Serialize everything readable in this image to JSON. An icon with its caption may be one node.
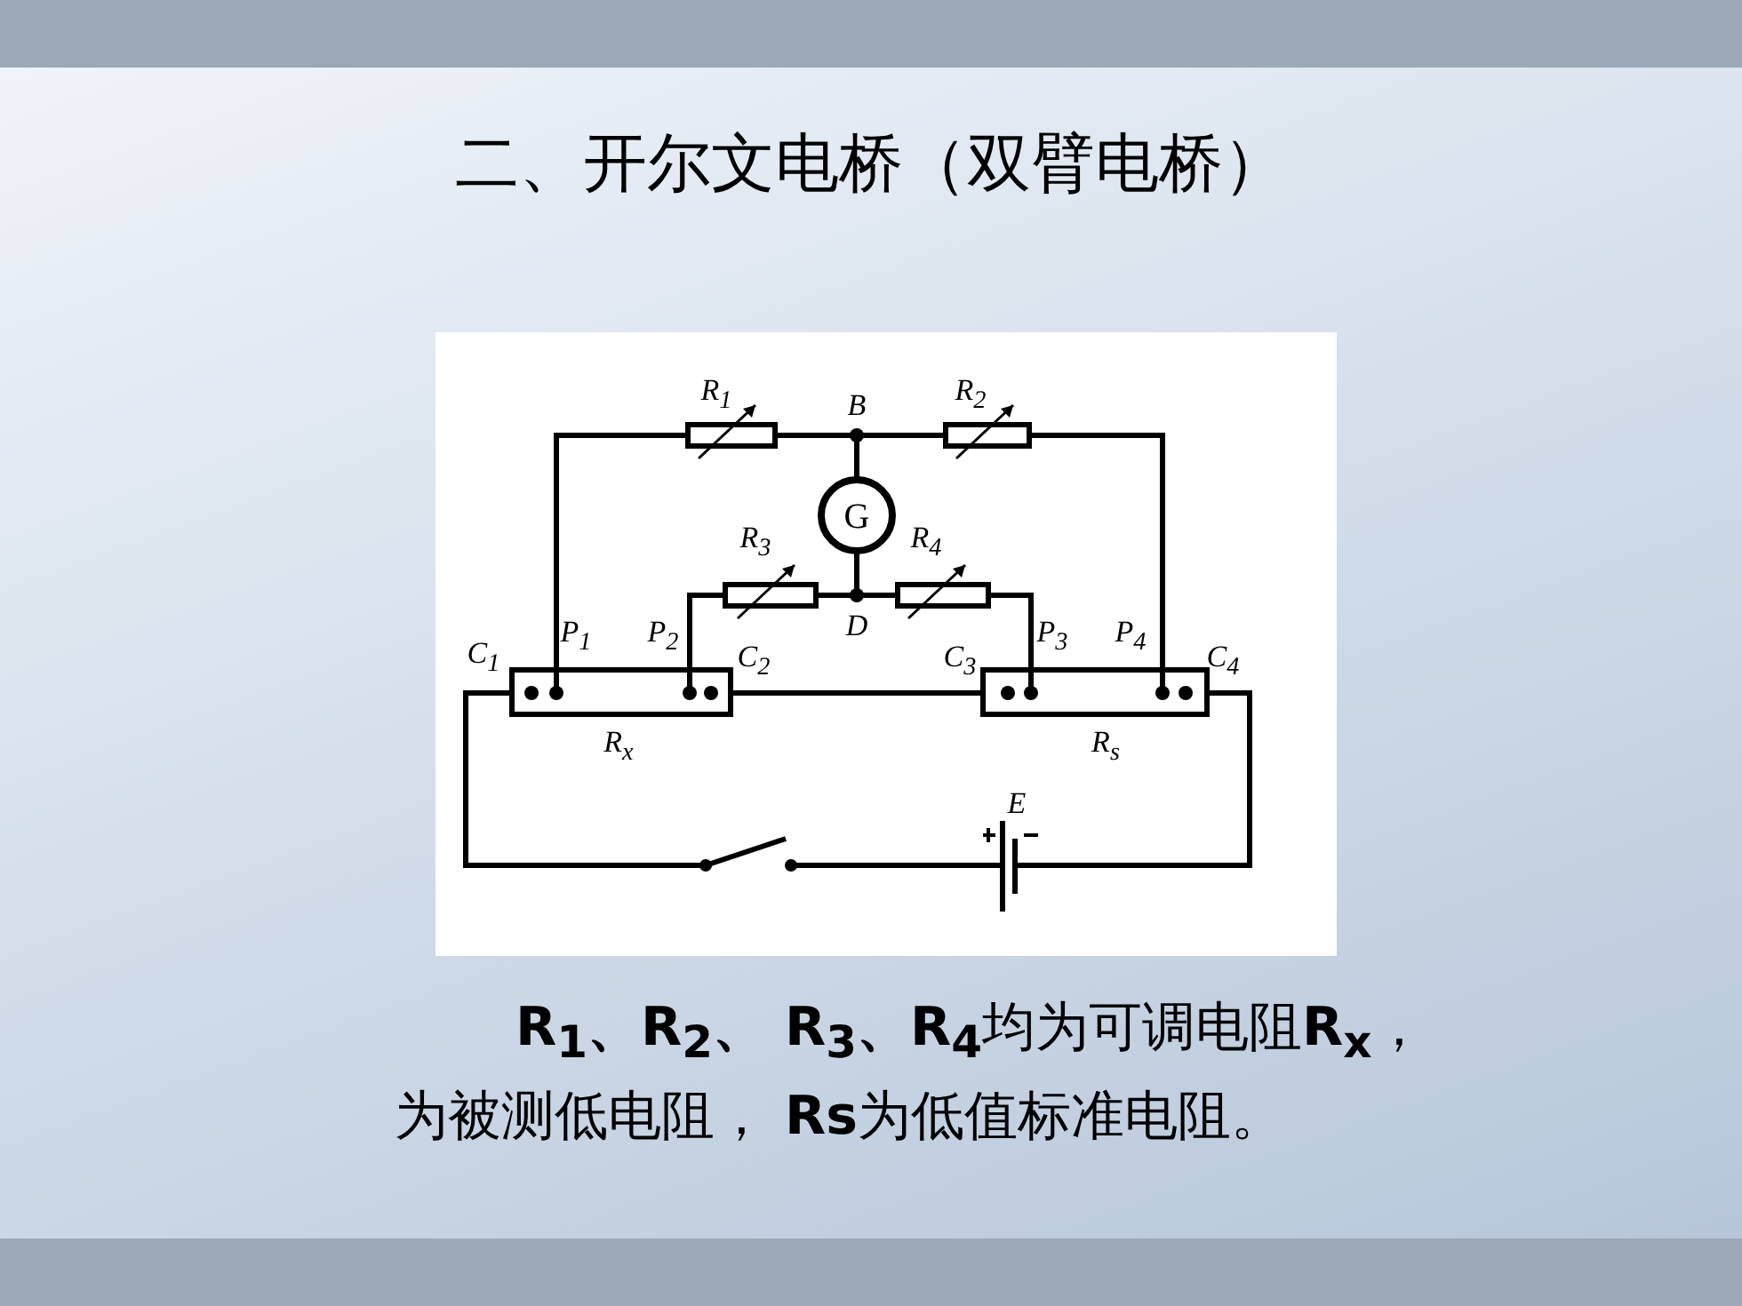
{
  "diagram": {
    "title": "二、开尔文电桥（双臂电桥）",
    "caption": "**R$_{1}$、R$_{2}$、 R$_{3}$、R$_{4}$**均为可调电阻**R$_{x}$**，为被测低电阻， **Rs**为低值标准电阻。",
    "labels": [
      "R$_{1}$",
      "B",
      "R$_{2}$",
      "G",
      "R$_{3}$",
      "R$_{4}$",
      "D",
      "C$_{1}$",
      "P$_{1}$",
      "P$_{2}$",
      "C$_{2}$",
      "C$_{3}$",
      "P$_{3}$",
      "P$_{4}$",
      "C$_{4}$",
      "R$_{x}$",
      "R$_{s}$",
      "E"
    ]
  }
}
